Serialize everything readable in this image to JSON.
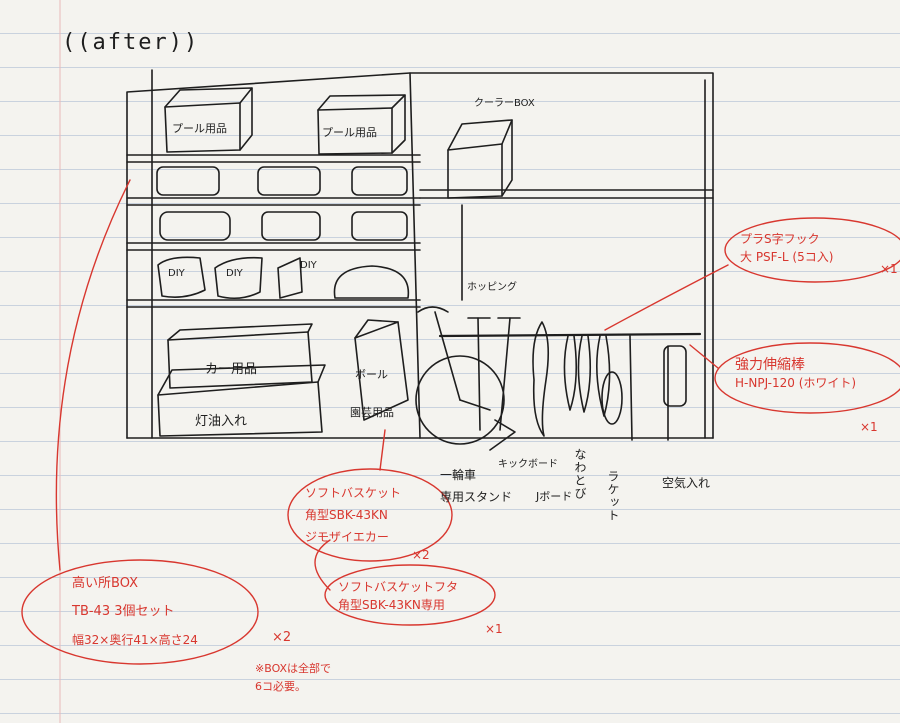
{
  "title": "((after))",
  "shelf_labels": {
    "pool1": "プール用品",
    "pool2": "プール用品",
    "cooler": "クーラーBOX",
    "diy1": "DIY",
    "diy2": "DIY",
    "diy3": "DIY",
    "car": "カー用品",
    "kerosene": "灯油入れ",
    "ball": "ボール",
    "food": "園芸用品",
    "hopping": "ホッピング",
    "bike_stand": "一輪車\n専用スタンド",
    "skateboard": "キックボード",
    "jboard": "Jボード",
    "jumprope": "なわとび",
    "racket": "ラケット",
    "air": "空気入れ"
  },
  "notes": {
    "hook": [
      "プラS字フック",
      "大 PSF-L (5コ入)"
    ],
    "hook_qty": "×1",
    "rod": [
      "強力伸縮棒",
      "H-NPJ-120 (ホワイト)"
    ],
    "rod_qty": "×1",
    "basket": [
      "ソフトバスケット",
      "角型SBK-43KN",
      "ジモザイエカー"
    ],
    "basket_qty": "×2",
    "lid": [
      "ソフトバスケットフタ",
      "角型SBK-43KN専用"
    ],
    "lid_qty": "×1",
    "box": [
      "高い所BOX",
      "TB-43  3個セット",
      "幅32×奥行41×高さ24"
    ],
    "box_qty": "×2",
    "box_note": [
      "※BOXは全部で",
      "6コ必要。"
    ]
  },
  "colors": {
    "ink": "#1e1e1e",
    "red": "#d8372f",
    "paper": "#f4f3ef",
    "rule": "#c9d2de"
  }
}
